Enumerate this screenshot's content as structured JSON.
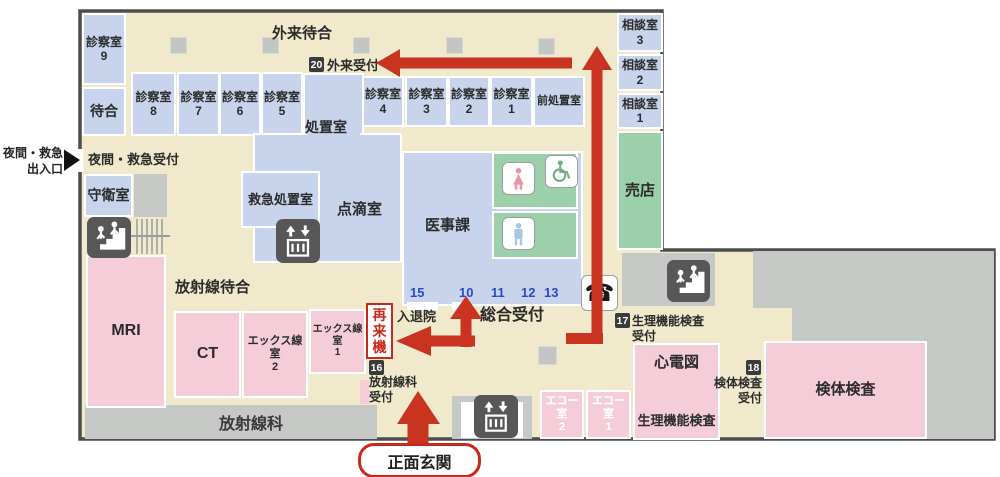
{
  "palette": {
    "floor_beige": "#f0e9cc",
    "room_blue": "#c7d4ec",
    "room_pink": "#f4cdd9",
    "room_green": "#9cd0ab",
    "area_gray": "#c5c8c4",
    "icon_dark": "#575757",
    "arrow_red": "#c8341f",
    "number_blue": "#2d49c4",
    "red_text": "#c9281a",
    "border_dark": "#4d4d4d"
  },
  "outside": {
    "night_entrance": "夜間・救急\n出入口",
    "main_entrance": "正面玄関"
  },
  "rooms": {
    "consult_9": "診察室\n9",
    "waiting": "待合",
    "consult_8": "診察室\n8",
    "consult_7": "診察室\n7",
    "consult_6": "診察室\n6",
    "consult_5": "診察室\n5",
    "treatment": "処置室",
    "consult_4": "診察室\n4",
    "consult_3": "診察室\n3",
    "consult_2": "診察室\n2",
    "consult_1": "診察室\n1",
    "pre_treatment": "前処置室",
    "counseling_3": "相談室\n3",
    "counseling_2": "相談室\n2",
    "counseling_1": "相談室\n1",
    "shop": "売店",
    "guard": "守衛室",
    "emergency_treatment": "救急処置室",
    "iv_room": "点滴室",
    "medical_affairs": "医事課",
    "mri": "MRI",
    "ct": "CT",
    "xray_2": "エックス線室\n2",
    "xray_1": "エックス線室\n1",
    "ecg": "心電図",
    "physiology_exam": "生理機能検査",
    "echo_2": "エコー室\n2",
    "echo_1": "エコー室\n1",
    "specimen_exam": "検体検査"
  },
  "corridors": {
    "outpatient_waiting": "外来待合",
    "night_emergency_reception": "夜間・救急受付",
    "radiology_waiting": "放射線待合",
    "radiology_dept": "放射線科",
    "admission_discharge": "入退院",
    "general_reception": "総合受付"
  },
  "receptions": {
    "outpatient": {
      "num": "20",
      "label": "外来受付"
    },
    "radiology": {
      "num": "16",
      "label": "放射線科\n受付"
    },
    "physiology": {
      "num": "17",
      "label": "生理機能検査\n受付"
    },
    "specimen": {
      "num": "18",
      "label": "検体検査\n受付"
    }
  },
  "counters": [
    "15",
    "10",
    "11",
    "12",
    "13"
  ],
  "kiosk": {
    "label": "再\n来\n機"
  },
  "icons": [
    "stairs-icon",
    "escalator-icon",
    "elevator-icon",
    "phone-icon",
    "toilet-woman-icon",
    "toilet-man-icon",
    "wheelchair-icon",
    "night-entrance-arrow-icon",
    "route-arrow"
  ]
}
